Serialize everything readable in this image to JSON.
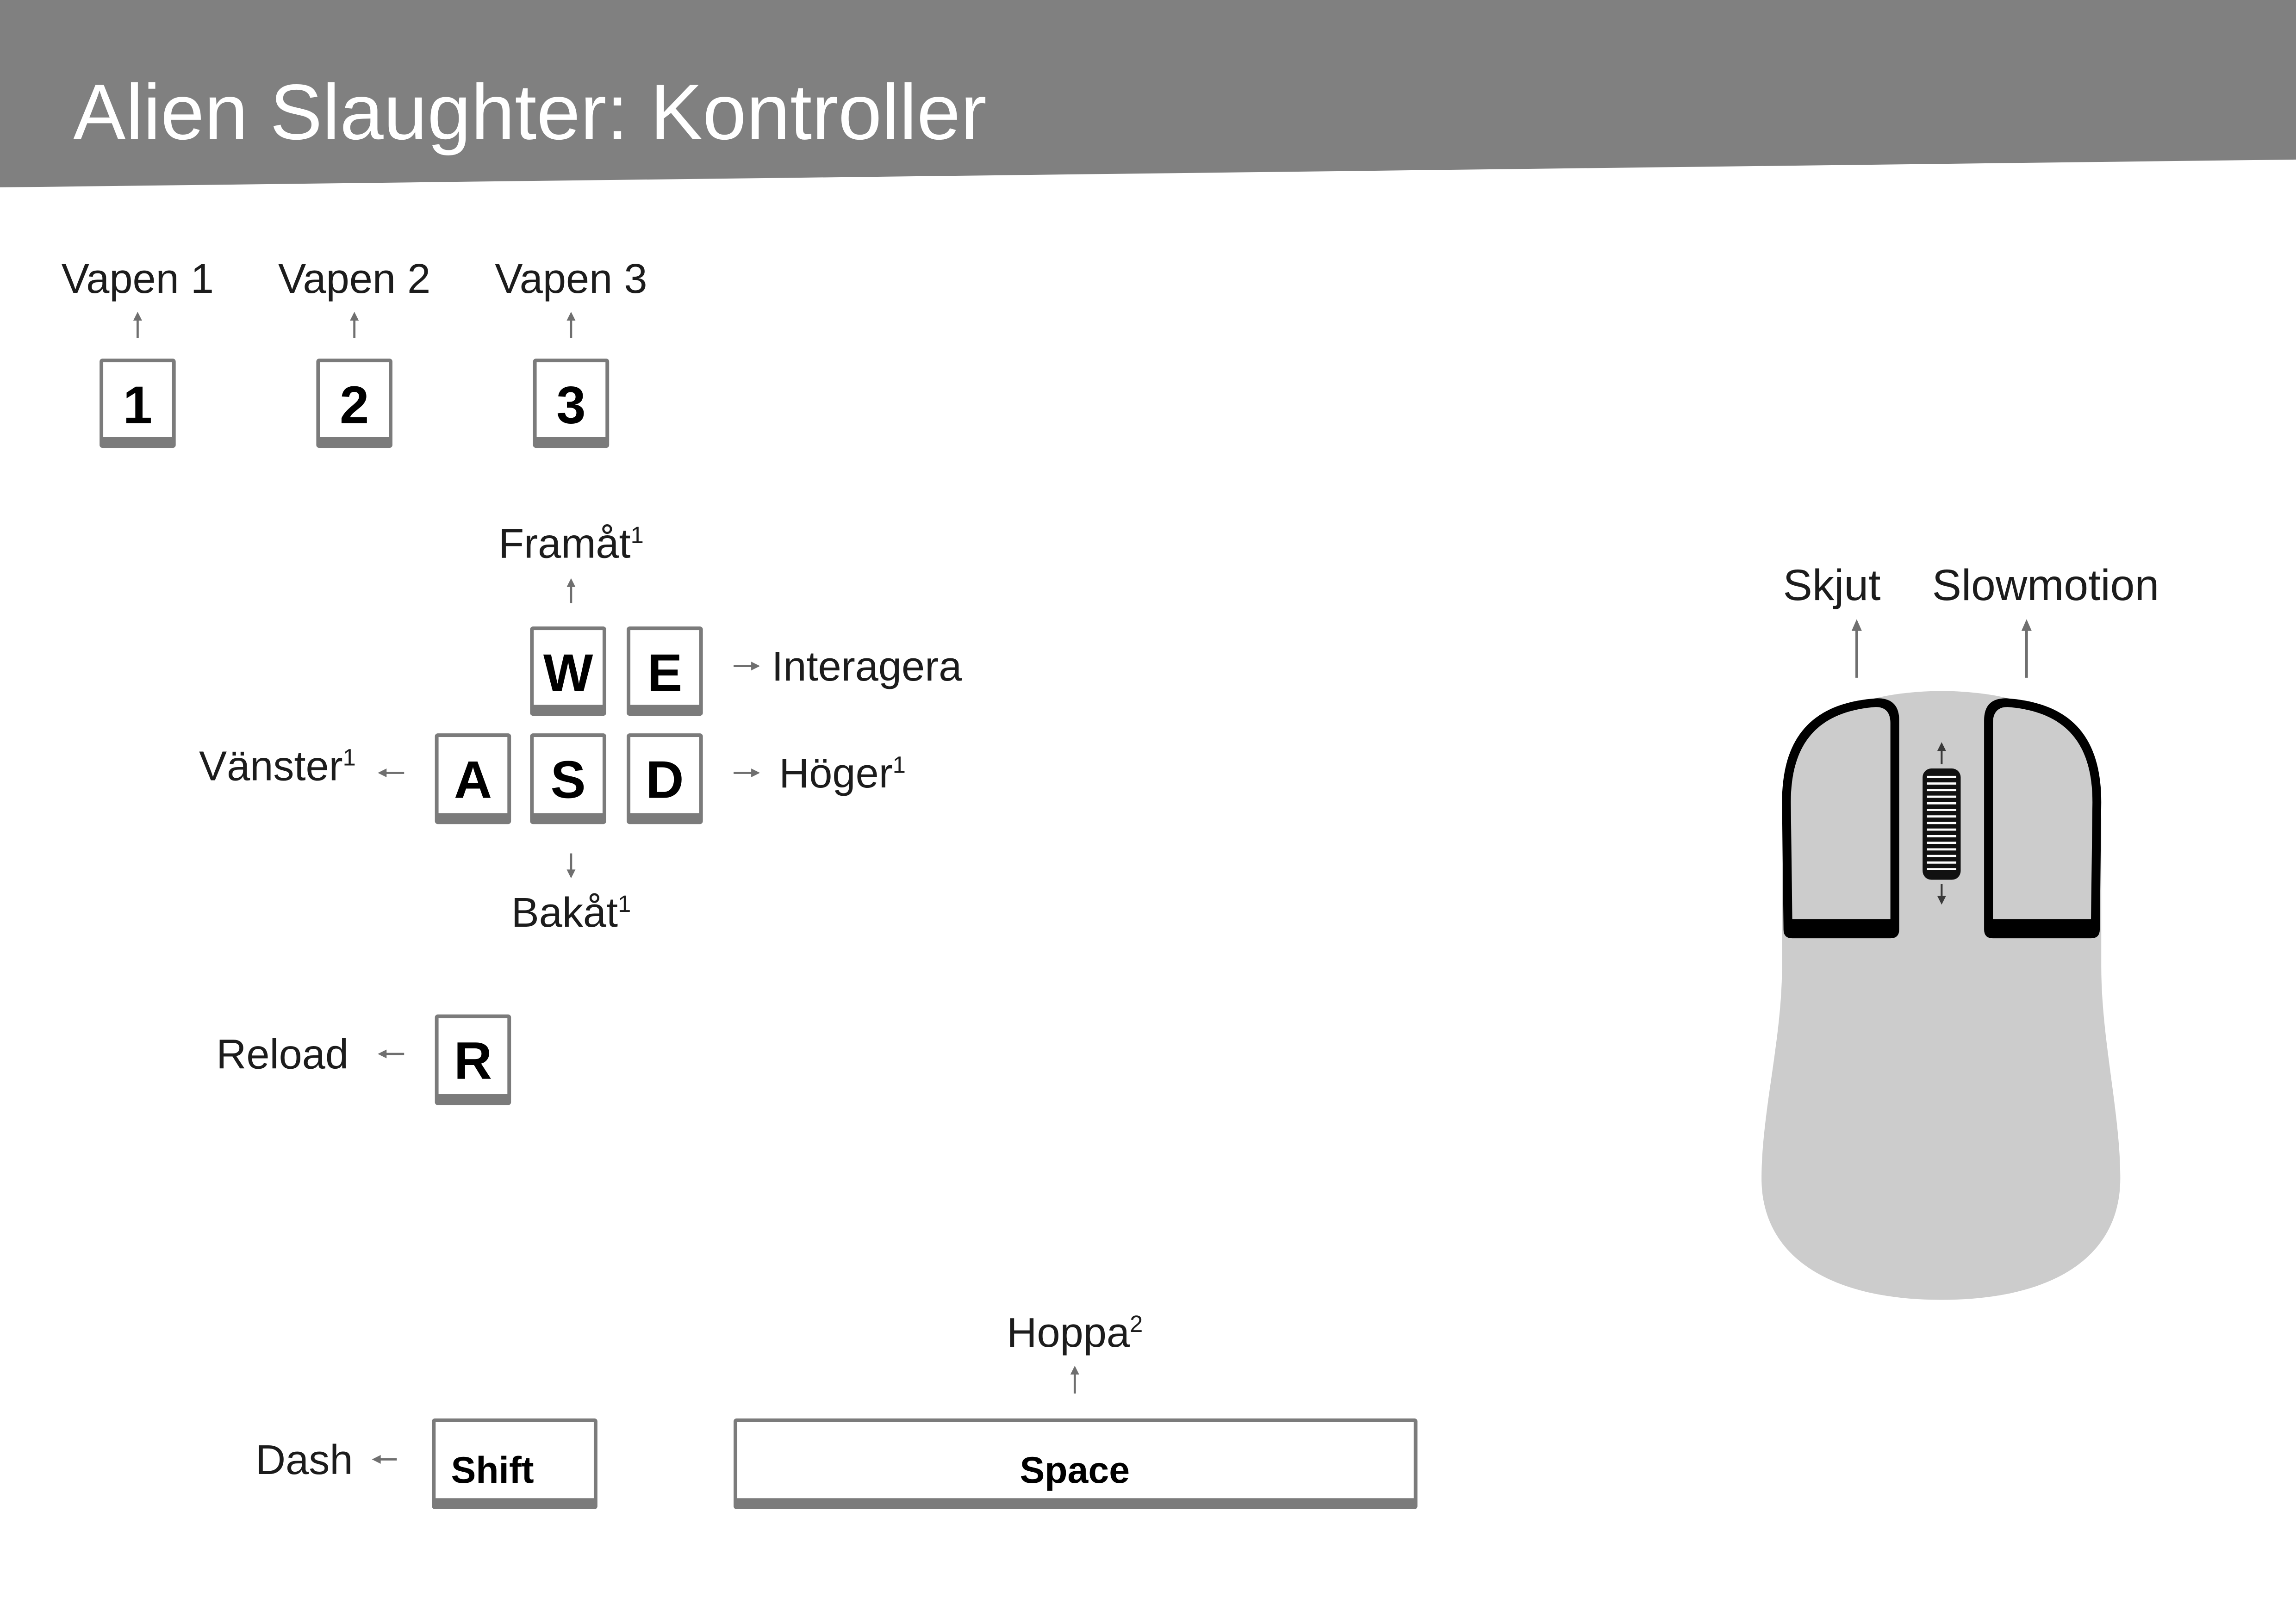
{
  "title": "Alien Slaughter: Kontroller",
  "weapons": [
    {
      "label": "Vapen 1",
      "key": "1"
    },
    {
      "label": "Vapen 2",
      "key": "2"
    },
    {
      "label": "Vapen 3",
      "key": "3"
    }
  ],
  "movement": {
    "forward": {
      "label": "Framåt",
      "note": "1",
      "key": "W"
    },
    "interact": {
      "label": "Interagera",
      "key": "E"
    },
    "left": {
      "label": "Vänster",
      "note": "1",
      "key": "A"
    },
    "back": {
      "label": "Bakåt",
      "note": "1",
      "key": "S"
    },
    "right": {
      "label": "Höger",
      "note": "1",
      "key": "D"
    }
  },
  "reload": {
    "label": "Reload",
    "key": "R"
  },
  "dash": {
    "label": "Dash",
    "key": "Shift"
  },
  "jump": {
    "label": "Hoppa",
    "note": "2",
    "key": "Space"
  },
  "mouse": {
    "left_button": "Skjut",
    "right_button": "Slowmotion"
  },
  "colors": {
    "header": "#808080",
    "key_frame": "#7b7b7b",
    "key_face": "#ffffff",
    "mouse_body": "#cccccc",
    "mouse_outline": "#000000"
  }
}
